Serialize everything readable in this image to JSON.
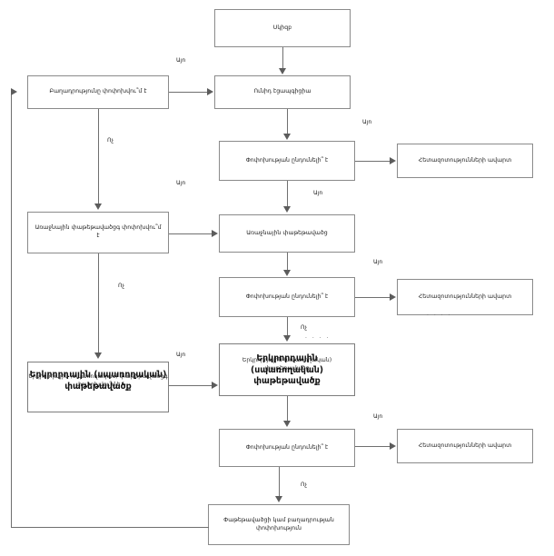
{
  "diagram": {
    "title_text": "",
    "language": "hy",
    "colors": {
      "box_border": "#8a8a8a",
      "line": "#6f6f6f",
      "arrow": "#5c5c5c",
      "background": "#ffffff",
      "text": "#1a1a1a"
    },
    "nodes": {
      "start": "Սկիզբ",
      "unique_exposition": "Ունիդ էցապգիցիա",
      "composition_changes": "Բաղադրությունը փոփոխվու՞մ է",
      "change_acceptable_1": "Փոփոխության ընդունելի՞ է",
      "research_end_1": "Հետազոտությունների ավարտ",
      "primary_packaging_changes": "Առաջնային փաթեթավածցգ փոփոխվու՞մ է",
      "primary_packaging": "Առաջնային փաթեթավածց",
      "change_acceptable_2": "Փոփոխության ընդունելի՞ է",
      "research_end_2": "Հետազոտությունների ավարտ",
      "secondary_packaging_changes_small": "Երկրորդային (սպառողական) փաթեթավածցգ փոփոխվու՞մ է",
      "secondary_packaging_changes_big": "Երկրորդային (սպառողական) փաթեթավածք",
      "secondary_packaging_small": "Երկրորդային (սպառողական) փաթեթավածց",
      "secondary_packaging_big": "Երկրորդային (սպառողական) փաթեթավածք",
      "change_acceptable_3": "Փոփոխության ընդունելի՞ է",
      "research_end_3": "Հետազոտությունների ավարտ",
      "packaging_or_composition_change": "Փաթեթավածցի կամ բաղադրության փոփոխություն"
    },
    "edge_labels": {
      "yes_1": "Այո",
      "no_1": "Ոչ",
      "yes_2": "Այո",
      "yes_3": "Այո",
      "no_2": "Ոչ",
      "yes_4": "Այո",
      "no_3": "Ոչ",
      "yes_5": "Այո",
      "no_4": "Ոչ",
      "dots_1": "· · · ·",
      "dots_2": "· · · ·"
    }
  }
}
